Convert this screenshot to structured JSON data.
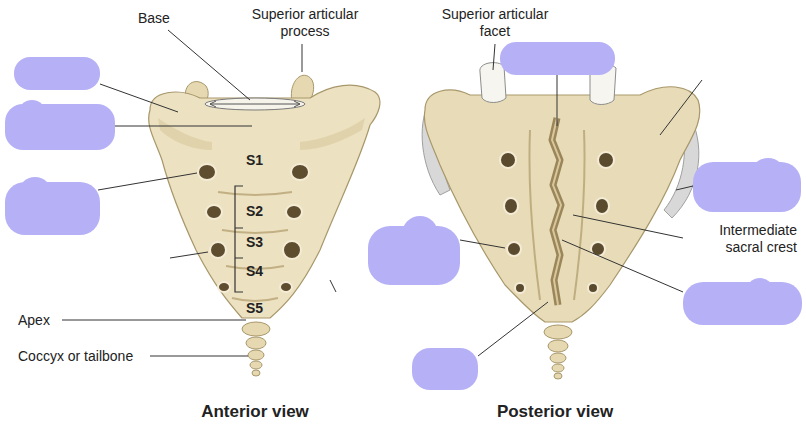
{
  "diagram": {
    "labels": [
      "Base",
      "Superior articular process",
      "Superior articular facet",
      "S1",
      "S2",
      "S3",
      "S4",
      "S5",
      "Apex",
      "Coccyx or tailbone",
      "Intermediate sacral crest",
      "Anterior view",
      "Posterior view"
    ]
  }
}
